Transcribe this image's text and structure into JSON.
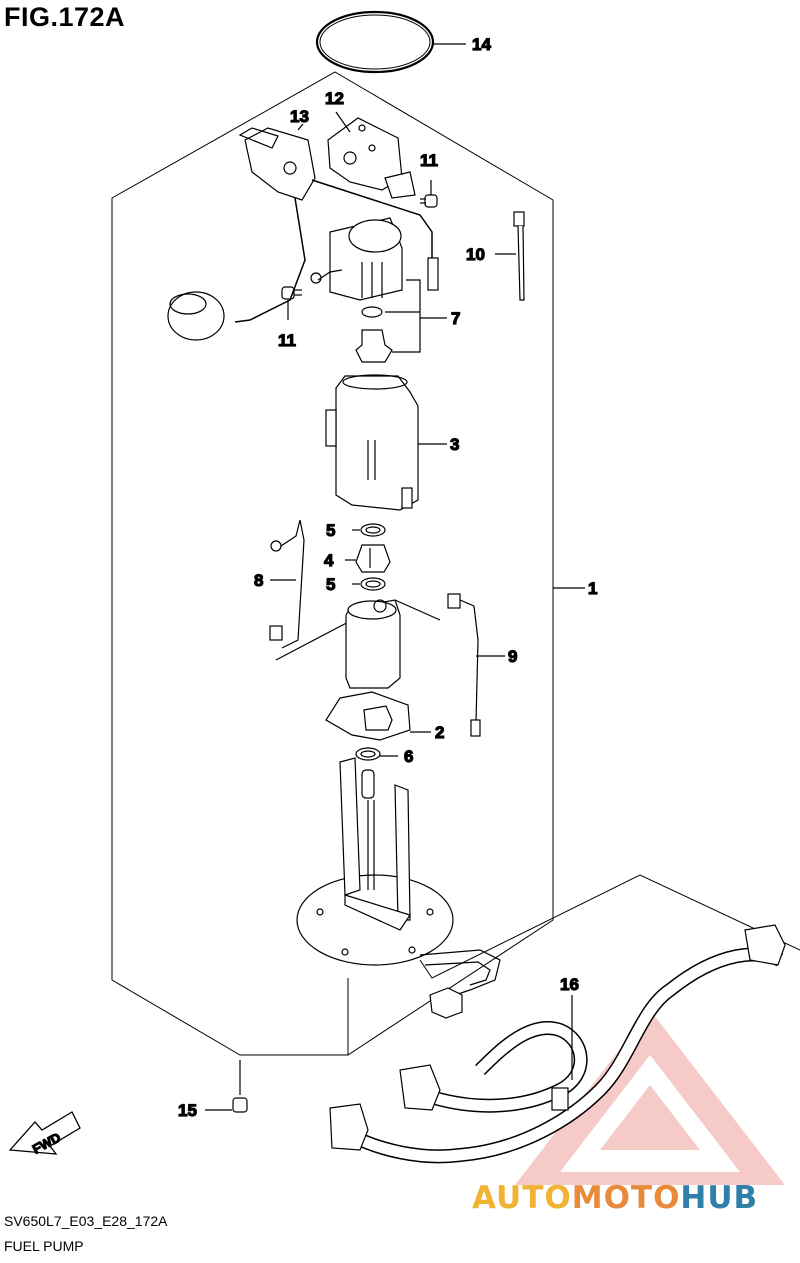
{
  "figure": {
    "title": "FIG.172A",
    "code": "SV650L7_E03_E28_172A",
    "caption": "FUEL PUMP"
  },
  "callouts": [
    {
      "id": "c1",
      "label": "1"
    },
    {
      "id": "c2",
      "label": "2"
    },
    {
      "id": "c3",
      "label": "3"
    },
    {
      "id": "c4",
      "label": "4"
    },
    {
      "id": "c5a",
      "label": "5"
    },
    {
      "id": "c5b",
      "label": "5"
    },
    {
      "id": "c6",
      "label": "6"
    },
    {
      "id": "c7",
      "label": "7"
    },
    {
      "id": "c8",
      "label": "8"
    },
    {
      "id": "c9",
      "label": "9"
    },
    {
      "id": "c10",
      "label": "10"
    },
    {
      "id": "c11a",
      "label": "11"
    },
    {
      "id": "c11b",
      "label": "11"
    },
    {
      "id": "c12",
      "label": "12"
    },
    {
      "id": "c13",
      "label": "13"
    },
    {
      "id": "c14",
      "label": "14"
    },
    {
      "id": "c15",
      "label": "15"
    },
    {
      "id": "c16",
      "label": "16"
    }
  ],
  "fwd_arrow": {
    "label": "FWD",
    "icon": "fwd-arrow-icon"
  },
  "watermark": {
    "part1": "AUTO",
    "part2": "MOTO",
    "part3": "HUB",
    "colors": {
      "auto": "#f2b233",
      "moto": "#e88a3a",
      "hub": "#2f7fa8",
      "triangle": "#e84a3a"
    }
  }
}
